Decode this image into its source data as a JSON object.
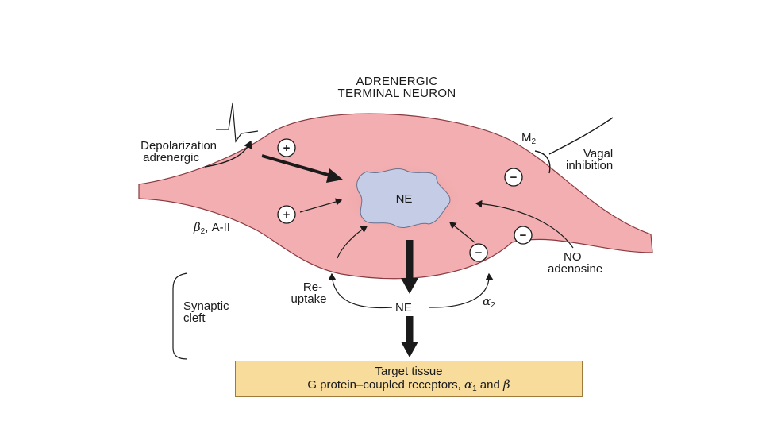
{
  "title": {
    "line1": "ADRENERGIC",
    "line2": "TERMINAL NEURON"
  },
  "labels": {
    "depolarization": "Depolarization",
    "adrenergic": "adrenergic",
    "m2_letter": "M",
    "m2_sub": "2",
    "vagal": "Vagal",
    "inhibition": "inhibition",
    "beta_letter": "β",
    "beta_sub": "2",
    "beta_rest": ", A-II",
    "ne_vesicle": "NE",
    "ne_cleft": "NE",
    "no": "NO",
    "adenosine": "adenosine",
    "re": "Re-",
    "uptake": "uptake",
    "alpha_letter": "α",
    "alpha_sub": "2",
    "synaptic": "Synaptic",
    "cleft": "cleft",
    "plus": "+",
    "minus": "−"
  },
  "target": {
    "line1": "Target tissue",
    "line2_a": "G protein–coupled receptors, ",
    "alpha_letter": "α",
    "alpha_sub": "1",
    "line2_b": " and ",
    "beta_letter": "β"
  },
  "colors": {
    "neuron_fill": "#f2aeb0",
    "neuron_stroke": "#8a3a40",
    "vesicle_fill": "#c5cde6",
    "target_fill": "#f8dc9c"
  }
}
